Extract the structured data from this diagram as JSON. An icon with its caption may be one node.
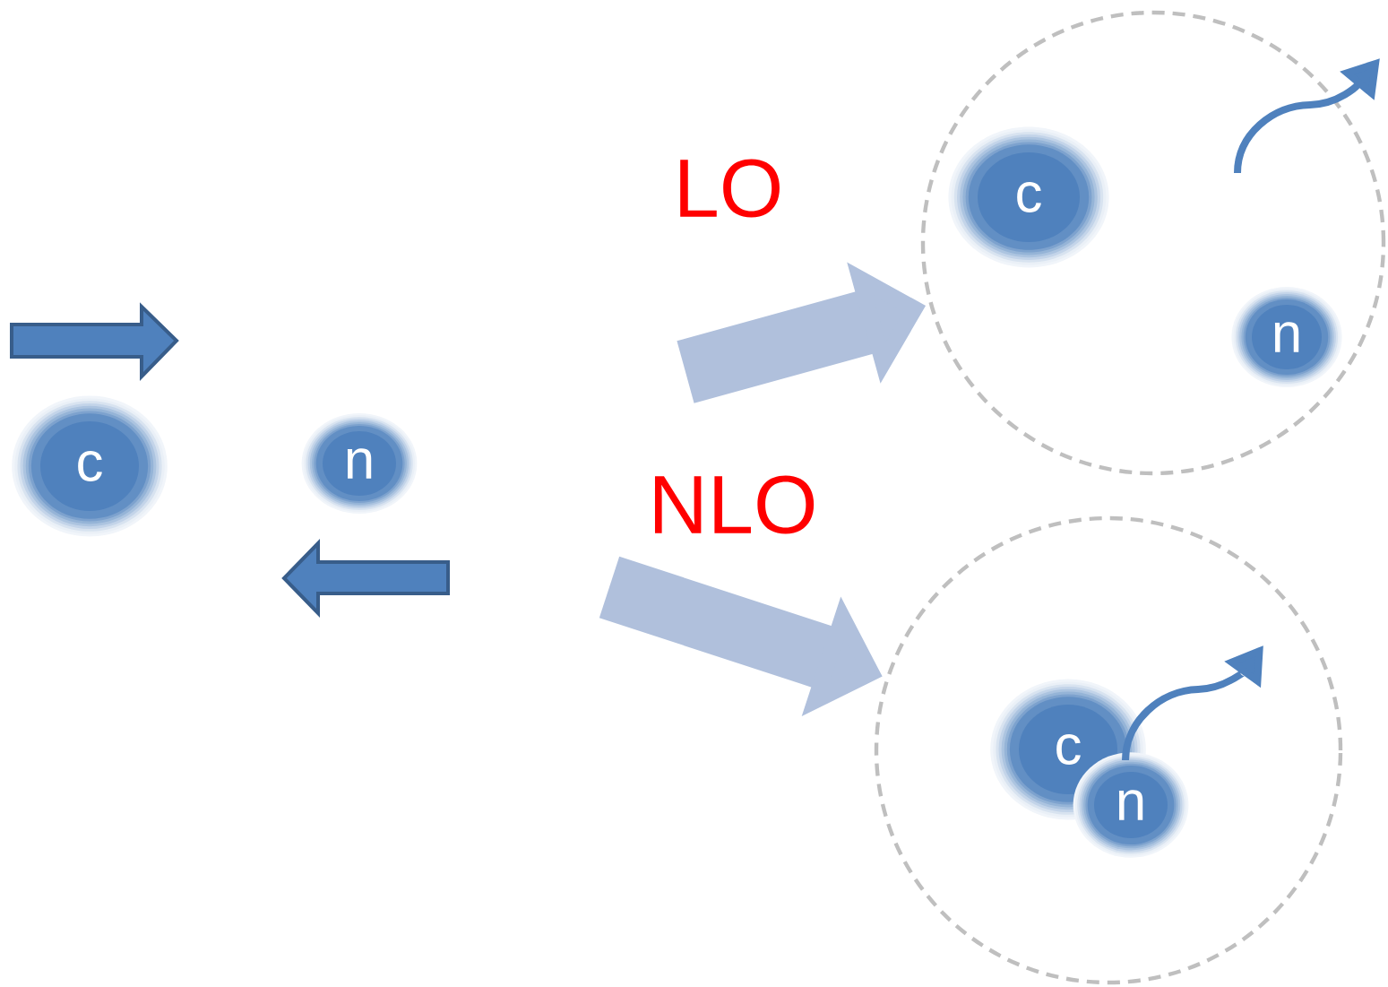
{
  "diagram": {
    "nodes": [
      {
        "text": [
          "c"
        ]
      },
      {
        "text": [
          "n"
        ]
      },
      {
        "text": [],
        "shape": "circle"
      },
      {
        "text": [
          "c"
        ],
        "in": 2
      },
      {
        "text": [
          "n"
        ],
        "in": 2
      },
      {
        "text": [],
        "shape": "circle"
      },
      {
        "text": [
          "c"
        ],
        "in": 5
      },
      {
        "text": [
          "n"
        ],
        "in": 5
      }
    ],
    "edges": [
      {
        "from": null,
        "to": 2,
        "arrow": "to",
        "label": "LO"
      },
      {
        "from": null,
        "to": 5,
        "arrow": "to",
        "label": "NLO"
      }
    ]
  }
}
